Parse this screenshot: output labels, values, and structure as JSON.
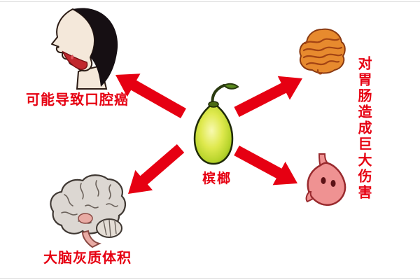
{
  "center_label": "槟榔",
  "labels": {
    "oral": "可能导致口腔癌",
    "gastro": "对胃肠造成巨大伤害",
    "brain": "大脑灰质体积"
  },
  "icons": [
    "betel-nut-icon",
    "head-open-mouth-icon",
    "intestines-icon",
    "stomach-icon",
    "brain-icon",
    "arrow-top-left",
    "arrow-top-right",
    "arrow-bottom-left",
    "arrow-bottom-right"
  ],
  "colors": {
    "accent_red": "#e60012",
    "nut_core": "#f8f9b0",
    "nut_mid": "#dfe94e",
    "nut_edge": "#86ad1c",
    "intestine_fill": "#e78a2e",
    "stomach_fill": "#ef9292",
    "brain_fill": "#dcd7d2",
    "skin": "#f4e8da",
    "hair": "#160f13"
  }
}
